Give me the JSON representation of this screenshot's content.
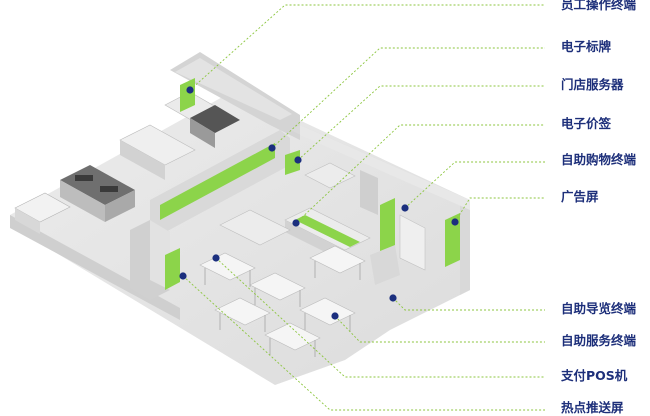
{
  "terminals": [
    {
      "id": "employee-terminal",
      "label": "员工操作终端"
    },
    {
      "id": "e-sign",
      "label": "电子标牌"
    },
    {
      "id": "store-server",
      "label": "门店服务器"
    },
    {
      "id": "e-price-tag",
      "label": "电子价签"
    },
    {
      "id": "self-checkout",
      "label": "自助购物终端"
    },
    {
      "id": "ad-screen",
      "label": "广告屏"
    },
    {
      "id": "self-guide",
      "label": "自助导览终端"
    },
    {
      "id": "self-service",
      "label": "自助服务终端"
    },
    {
      "id": "pos",
      "label": "支付POS机"
    },
    {
      "id": "hot-push-screen",
      "label": "热点推送屏"
    }
  ],
  "colors": {
    "label": "#1d2f7a",
    "leader": "#8cc63f",
    "marker": "#1b2f7e",
    "screen": "#8cd44a"
  }
}
